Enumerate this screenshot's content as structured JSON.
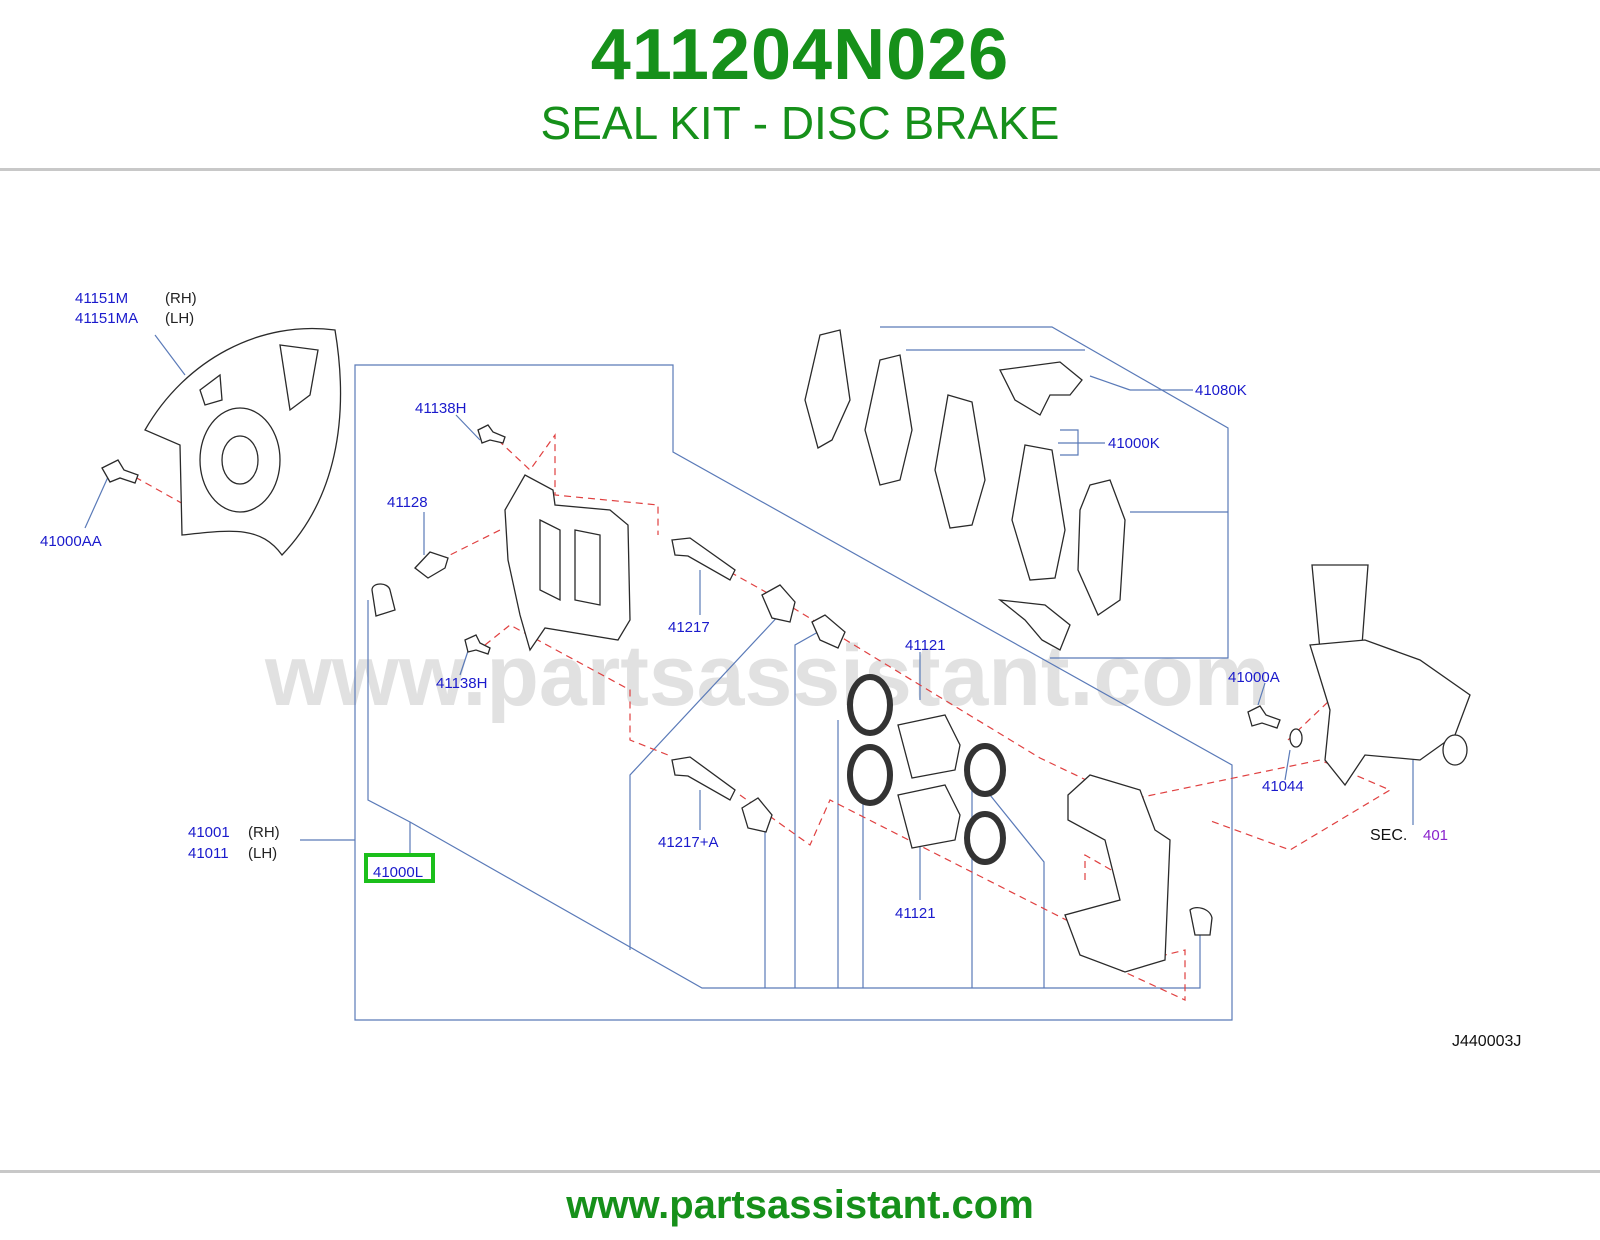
{
  "header": {
    "part_number": "411204N026",
    "part_name": "SEAL KIT - DISC BRAKE"
  },
  "footer": {
    "url": "www.partsassistant.com"
  },
  "diagram": {
    "watermark": "www.partsassistant.com",
    "code": "J440003J",
    "sec_label": "SEC.",
    "sec_ref": "401",
    "highlighted_part": "41000L",
    "callouts": {
      "shield_rh": "41151M",
      "shield_rh_side": "(RH)",
      "shield_lh": "41151MA",
      "shield_lh_side": "(LH)",
      "bolt_shield": "41000AA",
      "bolt_top": "41138H",
      "bleeder": "41128",
      "bolt_bottom": "41138H",
      "pin_upper": "41217",
      "pin_lower": "41217+A",
      "seal_upper": "41121",
      "seal_lower": "41121",
      "clip_kit": "41080K",
      "pad_kit": "41000K",
      "bolt_knuckle": "41000A",
      "washer": "41044",
      "caliper_rh": "41001",
      "caliper_rh_side": "(RH)",
      "caliper_lh": "41011",
      "caliper_lh_side": "(LH)",
      "seal_kit": "41000L"
    },
    "colors": {
      "brand": "#16901a",
      "callout": "#1a1acc",
      "highlight": "#1bbf1b",
      "ref": "#8a22cc"
    }
  }
}
